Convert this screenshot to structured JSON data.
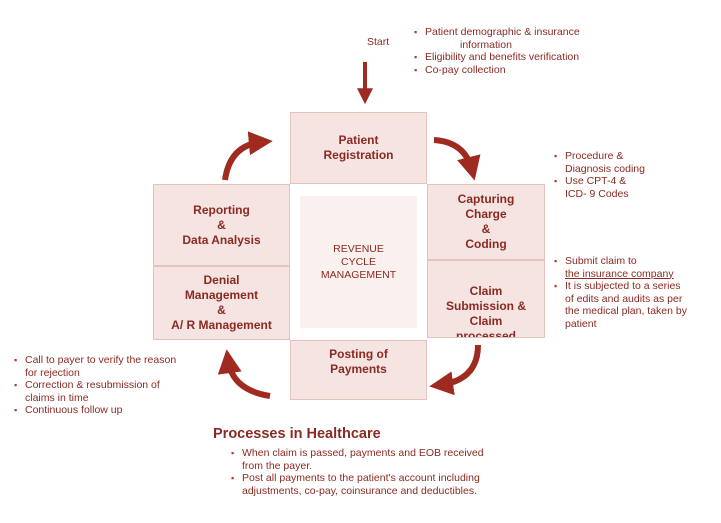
{
  "start_label": "Start",
  "center_label": [
    "REVENUE",
    "CYCLE",
    "MANAGEMENT"
  ],
  "boxes": {
    "registration": [
      "Patient",
      "Registration"
    ],
    "capturing": [
      "Capturing",
      "Charge",
      "&",
      "Coding"
    ],
    "claim": [
      "Claim",
      "Submission &",
      "Claim",
      "processed"
    ],
    "posting": [
      "Posting of",
      "Payments"
    ],
    "denial": [
      "Denial",
      "Management",
      "&",
      "A/ R Management"
    ],
    "reporting": [
      "Reporting",
      "&",
      "Data Analysis"
    ]
  },
  "notes": {
    "start": [
      [
        "Patient demographic & insurance",
        "information"
      ],
      [
        "Eligibility and benefits verification"
      ],
      [
        "Co-pay collection"
      ]
    ],
    "coding": [
      [
        "Procedure &",
        "Diagnosis coding"
      ],
      [
        "Use CPT-4 &",
        "ICD- 9 Codes"
      ]
    ],
    "claim": [
      [
        "Submit claim to",
        "the insurance company"
      ],
      [
        "It is subjected to a series",
        "of edits and audits as per",
        "the medical plan, taken by",
        "patient"
      ]
    ],
    "denial": [
      [
        "Call to payer to verify the reason",
        "for rejection"
      ],
      [
        "Correction & resubmission of",
        "claims in time"
      ],
      [
        "Continuous follow up"
      ]
    ],
    "processes": [
      [
        "When claim is passed, payments and EOB received",
        "from the payer."
      ],
      [
        "Post all payments to the patient's account including",
        "adjustments, co-pay, coinsurance and deductibles."
      ]
    ]
  },
  "processes_heading": "Processes in Healthcare",
  "colors": {
    "arrow": "#9e2a20",
    "text": "#8a2a22",
    "box_fill": "#f5e4e1",
    "box_border": "#e3c3bd"
  }
}
